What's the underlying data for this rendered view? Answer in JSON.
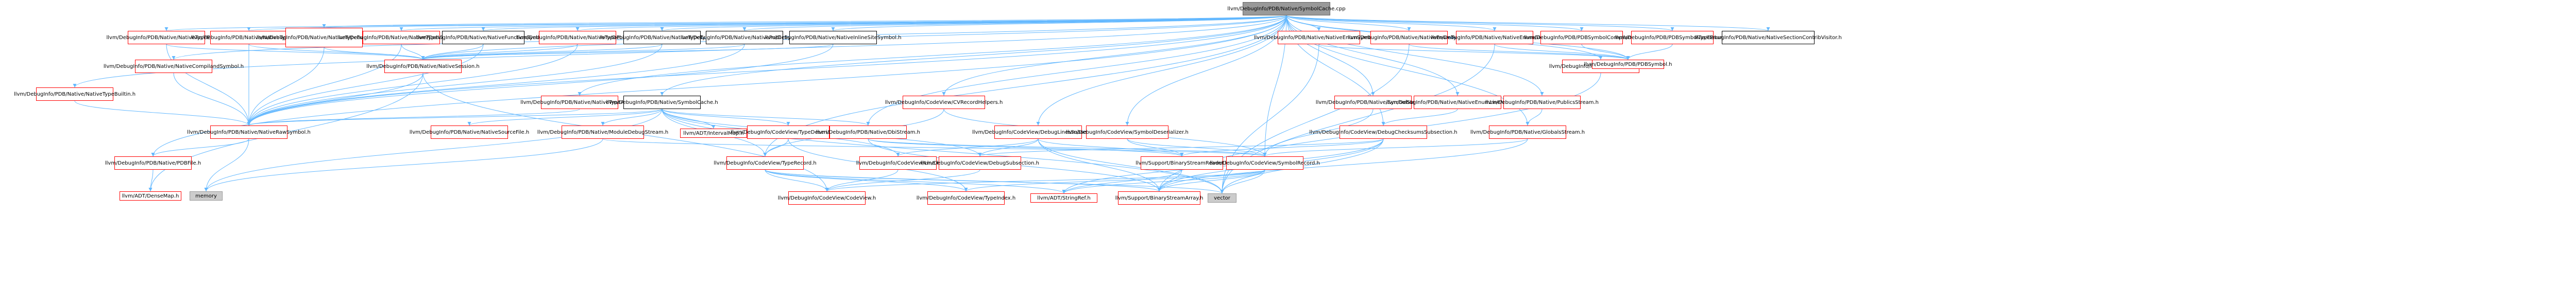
{
  "graph": {
    "root": "llvm/DebugInfo/PDB/Native/SymbolCache.cpp",
    "nodes": [
      {
        "id": "root",
        "label": "llvm/DebugInfo/PDB/Native/SymbolCache.cpp",
        "style": "root"
      },
      {
        "id": "n_typeenum",
        "label": "llvm/DebugInfo/PDB/Native/NativeTypeEnum.h",
        "style": "red"
      },
      {
        "id": "n_typebuiltin",
        "label": "llvm/DebugInfo/PDB/Native/NativeTypeBuiltin.h",
        "style": "red"
      },
      {
        "id": "n_compiland",
        "label": "llvm/DebugInfo/PDB/Native/NativeCompilandSymbol.h",
        "style": "red"
      },
      {
        "id": "n_typeudt",
        "label": "llvm/DebugInfo/PDB/Native/NativeTypeUDT.h",
        "style": "red"
      },
      {
        "id": "n_typefunc",
        "label": "llvm/DebugInfo/PDB/Native/NativeTypeFunctionSig.h",
        "style": "red"
      },
      {
        "id": "n_typevt",
        "label": "llvm/DebugInfo/PDB/Native/NativeTypeVTShape.h",
        "style": "red"
      },
      {
        "id": "n_funcsym",
        "label": "llvm/DebugInfo/PDB/Native/NativeFunctionSymbol.h",
        "style": "plain"
      },
      {
        "id": "n_typeptr",
        "label": "llvm/DebugInfo/PDB/Native/NativeTypePointer.h",
        "style": "red"
      },
      {
        "id": "n_typetypedef",
        "label": "llvm/DebugInfo/PDB/Native/NativeTypeTypedef.h",
        "style": "plain"
      },
      {
        "id": "n_publicsym",
        "label": "llvm/DebugInfo/PDB/Native/NativePublicSymbol.h",
        "style": "plain"
      },
      {
        "id": "n_inline",
        "label": "llvm/DebugInfo/PDB/Native/NativeInlineSiteSymbol.h",
        "style": "plain"
      },
      {
        "id": "n_session",
        "label": "llvm/DebugInfo/PDB/Native/NativeSession.h",
        "style": "red"
      },
      {
        "id": "n_typearray",
        "label": "llvm/DebugInfo/PDB/Native/NativeTypeArray.h",
        "style": "red"
      },
      {
        "id": "n_symcache",
        "label": "llvm/DebugInfo/PDB/Native/SymbolCache.h",
        "style": "plain"
      },
      {
        "id": "n_rawsym",
        "label": "llvm/DebugInfo/PDB/Native/NativeRawSymbol.h",
        "style": "red"
      },
      {
        "id": "n_srcfile",
        "label": "llvm/DebugInfo/PDB/Native/NativeSourceFile.h",
        "style": "red"
      },
      {
        "id": "n_modstream",
        "label": "llvm/DebugInfo/PDB/Native/ModuleDebugStream.h",
        "style": "red"
      },
      {
        "id": "n_pdbfile",
        "label": "llvm/DebugInfo/PDB/Native/PDBFile.h",
        "style": "red"
      },
      {
        "id": "n_densemap",
        "label": "llvm/ADT/DenseMap.h",
        "style": "red"
      },
      {
        "id": "n_memory",
        "label": "memory",
        "style": "gray"
      },
      {
        "id": "n_intervalmap",
        "label": "llvm/ADT/IntervalMap.h",
        "style": "red"
      },
      {
        "id": "n_typedeser",
        "label": "llvm/DebugInfo/CodeView/TypeDeserializer.h",
        "style": "red"
      },
      {
        "id": "n_cvrecordhelpers",
        "label": "llvm/DebugInfo/CodeView/CVRecordHelpers.h",
        "style": "red"
      },
      {
        "id": "n_dbistream",
        "label": "llvm/DebugInfo/PDB/Native/DbiStream.h",
        "style": "red"
      },
      {
        "id": "n_typerecord",
        "label": "llvm/DebugInfo/CodeView/TypeRecord.h",
        "style": "red"
      },
      {
        "id": "n_cvline",
        "label": "llvm/DebugInfo/CodeView/Line.h",
        "style": "red"
      },
      {
        "id": "n_dbgsubsection",
        "label": "llvm/DebugInfo/CodeView/DebugSubsection.h",
        "style": "red"
      },
      {
        "id": "n_dbglinessub",
        "label": "llvm/DebugInfo/CodeView/DebugLinesSubsection.h",
        "style": "red"
      },
      {
        "id": "n_symdeser",
        "label": "llvm/DebugInfo/CodeView/SymbolDeserializer.h",
        "style": "red"
      },
      {
        "id": "n_binreader",
        "label": "llvm/Support/BinaryStreamReader.h",
        "style": "red"
      },
      {
        "id": "n_symrecord",
        "label": "llvm/DebugInfo/CodeView/SymbolRecord.h",
        "style": "red"
      },
      {
        "id": "n_codeview",
        "label": "llvm/DebugInfo/CodeView/CodeView.h",
        "style": "red"
      },
      {
        "id": "n_typeindex",
        "label": "llvm/DebugInfo/CodeView/TypeIndex.h",
        "style": "red"
      },
      {
        "id": "n_stringref",
        "label": "llvm/ADT/StringRef.h",
        "style": "red"
      },
      {
        "id": "n_binarray",
        "label": "llvm/Support/BinaryStreamArray.h",
        "style": "red"
      },
      {
        "id": "n_vector",
        "label": "vector",
        "style": "gray"
      },
      {
        "id": "n_enumsyms",
        "label": "llvm/DebugInfo/PDB/Native/NativeEnumSymbols.h",
        "style": "red"
      },
      {
        "id": "n_symstream",
        "label": "llvm/DebugInfo/PDB/Native/SymbolStream.h",
        "style": "red"
      },
      {
        "id": "n_enumtypes",
        "label": "llvm/DebugInfo/PDB/Native/NativeEnumTypes.h",
        "style": "red"
      },
      {
        "id": "n_enumlinenums",
        "label": "llvm/DebugInfo/PDB/Native/NativeEnumLineNumbers.h",
        "style": "red"
      },
      {
        "id": "n_dbgchecksums",
        "label": "llvm/DebugInfo/CodeView/DebugChecksumsSubsection.h",
        "style": "red"
      },
      {
        "id": "n_enumglobals",
        "label": "llvm/DebugInfo/PDB/Native/NativeEnumGlobals.h",
        "style": "red"
      },
      {
        "id": "n_tpistream",
        "label": "llvm/DebugInfo/PDB/Native/TpiStream.h",
        "style": "red"
      },
      {
        "id": "n_publicsstream",
        "label": "llvm/DebugInfo/PDB/Native/PublicsStream.h",
        "style": "red"
      },
      {
        "id": "n_globalsstream",
        "label": "llvm/DebugInfo/PDB/Native/GlobalsStream.h",
        "style": "red"
      },
      {
        "id": "n_pdbcompiland",
        "label": "llvm/DebugInfo/PDB/PDBSymbolCompiland.h",
        "style": "red"
      },
      {
        "id": "n_pdbsymbol",
        "label": "llvm/DebugInfo/PDB/PDBSymbol.h",
        "style": "red"
      },
      {
        "id": "n_pdbtypeenum",
        "label": "llvm/DebugInfo/PDB/PDBSymbolTypeEnum.h",
        "style": "red"
      },
      {
        "id": "n_sectioncontrib",
        "label": "llvm/DebugInfo/PDB/Native/NativeSectionContribVisitor.h",
        "style": "plain"
      }
    ],
    "edges": [
      [
        "root",
        "n_typeenum"
      ],
      [
        "root",
        "n_typebuiltin"
      ],
      [
        "root",
        "n_compiland"
      ],
      [
        "root",
        "n_typeudt"
      ],
      [
        "root",
        "n_typefunc"
      ],
      [
        "root",
        "n_typevt"
      ],
      [
        "root",
        "n_funcsym"
      ],
      [
        "root",
        "n_typeptr"
      ],
      [
        "root",
        "n_typetypedef"
      ],
      [
        "root",
        "n_publicsym"
      ],
      [
        "root",
        "n_inline"
      ],
      [
        "root",
        "n_typearray"
      ],
      [
        "root",
        "n_symcache"
      ],
      [
        "root",
        "n_session"
      ],
      [
        "root",
        "n_cvrecordhelpers"
      ],
      [
        "root",
        "n_dbistream"
      ],
      [
        "root",
        "n_dbglinessub"
      ],
      [
        "root",
        "n_symdeser"
      ],
      [
        "root",
        "n_enumsyms"
      ],
      [
        "root",
        "n_symstream"
      ],
      [
        "root",
        "n_enumtypes"
      ],
      [
        "root",
        "n_enumlinenums"
      ],
      [
        "root",
        "n_dbgchecksums"
      ],
      [
        "root",
        "n_enumglobals"
      ],
      [
        "root",
        "n_tpistream"
      ],
      [
        "root",
        "n_publicsstream"
      ],
      [
        "root",
        "n_globalsstream"
      ],
      [
        "root",
        "n_pdbcompiland"
      ],
      [
        "root",
        "n_pdbsymbol"
      ],
      [
        "root",
        "n_pdbtypeenum"
      ],
      [
        "root",
        "n_sectioncontrib"
      ],
      [
        "root",
        "n_rawsym"
      ],
      [
        "root",
        "n_typerecord"
      ],
      [
        "root",
        "n_symrecord"
      ],
      [
        "root",
        "n_pdbfile"
      ],
      [
        "n_typeenum",
        "n_session"
      ],
      [
        "n_typeenum",
        "n_rawsym"
      ],
      [
        "n_typebuiltin",
        "n_rawsym"
      ],
      [
        "n_compiland",
        "n_rawsym"
      ],
      [
        "n_typeudt",
        "n_session"
      ],
      [
        "n_typeudt",
        "n_rawsym"
      ],
      [
        "n_typefunc",
        "n_session"
      ],
      [
        "n_typefunc",
        "n_rawsym"
      ],
      [
        "n_typevt",
        "n_session"
      ],
      [
        "n_typevt",
        "n_rawsym"
      ],
      [
        "n_funcsym",
        "n_session"
      ],
      [
        "n_funcsym",
        "n_rawsym"
      ],
      [
        "n_typeptr",
        "n_session"
      ],
      [
        "n_typeptr",
        "n_rawsym"
      ],
      [
        "n_typetypedef",
        "n_session"
      ],
      [
        "n_typetypedef",
        "n_rawsym"
      ],
      [
        "n_publicsym",
        "n_session"
      ],
      [
        "n_publicsym",
        "n_rawsym"
      ],
      [
        "n_inline",
        "n_session"
      ],
      [
        "n_inline",
        "n_rawsym"
      ],
      [
        "n_session",
        "n_rawsym"
      ],
      [
        "n_session",
        "n_codeview"
      ],
      [
        "n_session",
        "n_densemap"
      ],
      [
        "n_typearray",
        "n_rawsym"
      ],
      [
        "n_symcache",
        "n_rawsym"
      ],
      [
        "n_symcache",
        "n_srcfile"
      ],
      [
        "n_symcache",
        "n_modstream"
      ],
      [
        "n_symcache",
        "n_intervalmap"
      ],
      [
        "n_symcache",
        "n_typedeser"
      ],
      [
        "n_symcache",
        "n_dbistream"
      ],
      [
        "n_symcache",
        "n_typerecord"
      ],
      [
        "n_symcache",
        "n_cvline"
      ],
      [
        "n_symcache",
        "n_dbgsubsection"
      ],
      [
        "n_symcache",
        "n_memory"
      ],
      [
        "n_symcache",
        "n_vector"
      ],
      [
        "n_rawsym",
        "n_memory"
      ],
      [
        "n_rawsym",
        "n_pdbfile"
      ],
      [
        "n_pdbfile",
        "n_densemap"
      ],
      [
        "n_modstream",
        "n_symrecord"
      ],
      [
        "n_modstream",
        "n_memory"
      ],
      [
        "n_typedeser",
        "n_typerecord"
      ],
      [
        "n_typedeser",
        "n_typeindex"
      ],
      [
        "n_dbistream",
        "n_binarray"
      ],
      [
        "n_dbistream",
        "n_binreader"
      ],
      [
        "n_dbistream",
        "n_symrecord"
      ],
      [
        "n_typerecord",
        "n_codeview"
      ],
      [
        "n_typerecord",
        "n_typeindex"
      ],
      [
        "n_typerecord",
        "n_stringref"
      ],
      [
        "n_typerecord",
        "n_binarray"
      ],
      [
        "n_typerecord",
        "n_vector"
      ],
      [
        "n_cvline",
        "n_codeview"
      ],
      [
        "n_dbgsubsection",
        "n_codeview"
      ],
      [
        "n_dbglinessub",
        "n_dbgsubsection"
      ],
      [
        "n_dbglinessub",
        "n_cvline"
      ],
      [
        "n_dbglinessub",
        "n_binarray"
      ],
      [
        "n_dbglinessub",
        "n_binreader"
      ],
      [
        "n_dbglinessub",
        "n_vector"
      ],
      [
        "n_symdeser",
        "n_symrecord"
      ],
      [
        "n_symdeser",
        "n_binreader"
      ],
      [
        "n_binreader",
        "n_binarray"
      ],
      [
        "n_binreader",
        "n_stringref"
      ],
      [
        "n_symrecord",
        "n_codeview"
      ],
      [
        "n_symrecord",
        "n_typeindex"
      ],
      [
        "n_symrecord",
        "n_stringref"
      ],
      [
        "n_symrecord",
        "n_binarray"
      ],
      [
        "n_symrecord",
        "n_vector"
      ],
      [
        "n_enumsyms",
        "n_pdbsymbol"
      ],
      [
        "n_enumsyms",
        "n_vector"
      ],
      [
        "n_symstream",
        "n_symrecord"
      ],
      [
        "n_enumtypes",
        "n_pdbsymbol"
      ],
      [
        "n_enumtypes",
        "n_vector"
      ],
      [
        "n_enumlinenums",
        "n_dbgchecksums"
      ],
      [
        "n_dbgchecksums",
        "n_dbgsubsection"
      ],
      [
        "n_dbgchecksums",
        "n_binarray"
      ],
      [
        "n_dbgchecksums",
        "n_binreader"
      ],
      [
        "n_dbgchecksums",
        "n_stringref"
      ],
      [
        "n_dbgchecksums",
        "n_vector"
      ],
      [
        "n_enumglobals",
        "n_pdbsymbol"
      ],
      [
        "n_enumglobals",
        "n_vector"
      ],
      [
        "n_tpistream",
        "n_binarray"
      ],
      [
        "n_publicsstream",
        "n_globalsstream"
      ],
      [
        "n_globalsstream",
        "n_symrecord"
      ],
      [
        "n_globalsstream",
        "n_binarray"
      ],
      [
        "n_pdbcompiland",
        "n_pdbsymbol"
      ],
      [
        "n_pdbtypeenum",
        "n_pdbsymbol"
      ],
      [
        "n_cvrecordhelpers",
        "n_typerecord"
      ],
      [
        "n_cvrecordhelpers",
        "n_symrecord"
      ]
    ]
  }
}
